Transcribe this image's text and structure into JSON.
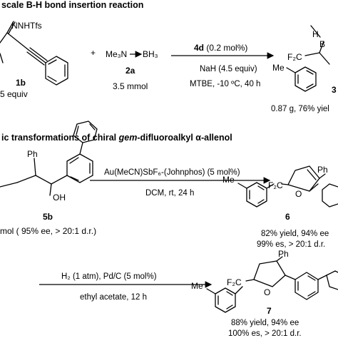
{
  "header_a": "scale B-H bond insertion reaction",
  "header_b": {
    "part1": "ic transformations of chiral ",
    "part2": "gem",
    "part3": "-difluoroalkyl α-allenol"
  },
  "reaction1": {
    "substrate_group": "NNHTfs",
    "substrate_label": "1b",
    "substrate_amount": "5 equiv",
    "plus": "+",
    "reagent_left": "Me₃N",
    "reagent_right": "BH₃",
    "reagent_label": "2a",
    "reagent_amount": "3.5 mmol",
    "catalyst": "4d",
    "catalyst_loading": " (0.2 mol%)",
    "base": "NaH (4.5 equiv)",
    "conditions": "MTBE, -10 ºC, 40 h",
    "product_h": "H",
    "product_b": "B",
    "product_cf2": "F₂C",
    "product_me": "Me",
    "product_label": "3",
    "product_yield": "0.87 g, 76% yiel"
  },
  "reaction2": {
    "substrate_ph": "Ph",
    "substrate_oh": "OH",
    "substrate_label": "5b",
    "substrate_note": "mol ( 95% ee, > 20:1 d.r.)",
    "catalyst": "Au(MeCN)SbF₆-(Johnphos) (5 mol%)",
    "conditions": "DCM, rt, 24 h",
    "product_ph": "Ph",
    "product_me": "Me",
    "product_cf2": "F₂C",
    "product_o": "O",
    "product_label": "6",
    "yield_line1": "82% yield, 94% ee",
    "yield_line2": "99% es, > 20:1 d.r."
  },
  "reaction3": {
    "reagent": "H₂ (1 atm), Pd/C (5 mol%)",
    "conditions": "ethyl acetate, 12 h",
    "product_ph": "Ph",
    "product_me": "Me",
    "product_cf2": "F₂C",
    "product_o": "O",
    "product_label": "7",
    "yield_line1": "88% yield, 94% ee",
    "yield_line2": "100% es, > 20:1 d.r."
  }
}
